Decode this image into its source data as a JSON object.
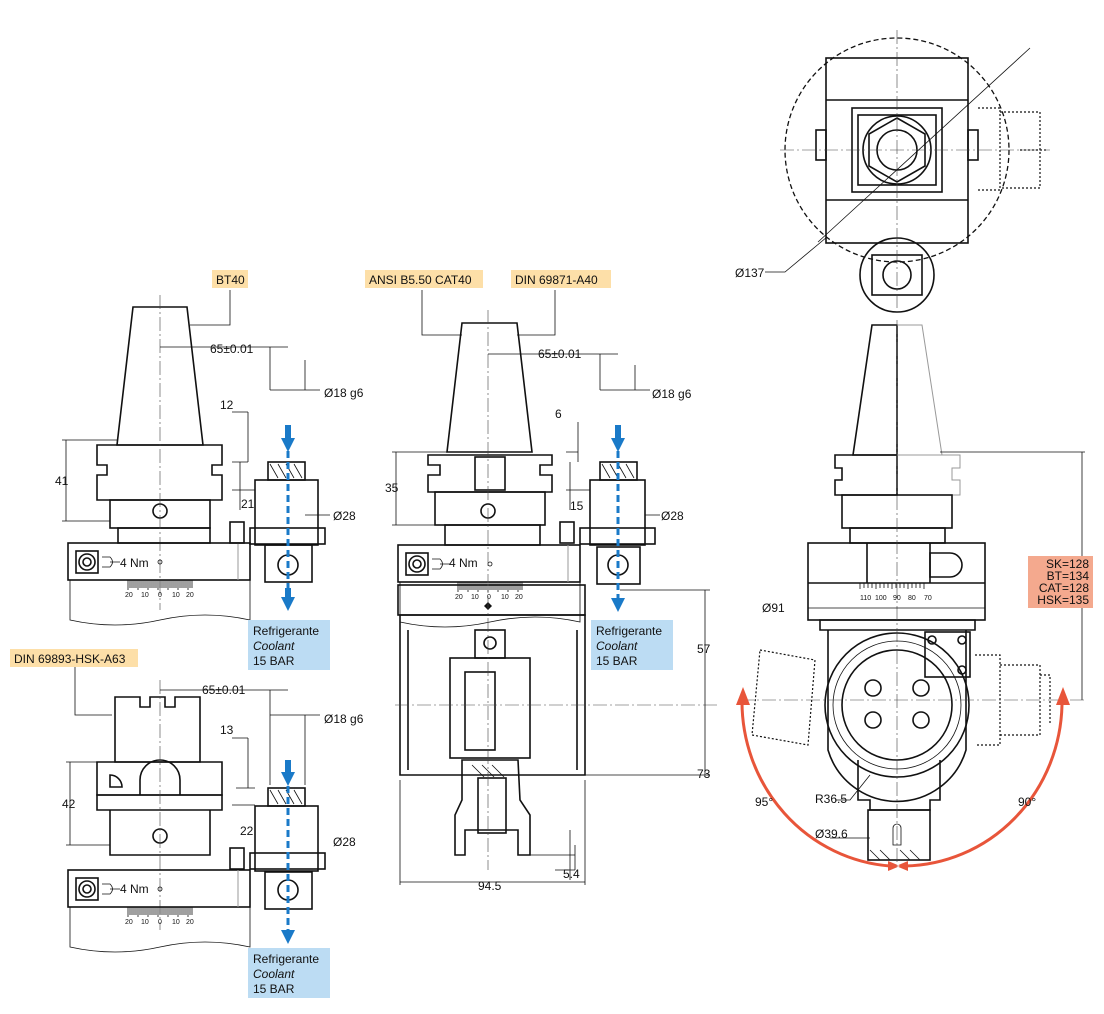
{
  "labels": {
    "bt40": "BT40",
    "cat40": "ANSI B5.50 CAT40",
    "din_a40": "DIN 69871-A40",
    "hsk": "DIN 69893-HSK-A63"
  },
  "dims": {
    "top_left": {
      "offset": "65±0.01",
      "shank": "Ø18 g6",
      "d1": "12",
      "height": "41",
      "d2": "21",
      "body": "Ø28"
    },
    "middle": {
      "offset": "65±0.01",
      "shank": "Ø18 g6",
      "d1": "6",
      "height": "35",
      "d2": "15",
      "body": "Ø28",
      "h57": "57",
      "h73": "73",
      "w": "94.5",
      "d3": "5.4"
    },
    "bottom_left": {
      "offset": "65±0.01",
      "shank": "Ø18 g6",
      "d1": "13",
      "height": "42",
      "d2": "22",
      "body": "Ø28"
    },
    "right": {
      "swing": "Ø137",
      "flange": "Ø91",
      "radius": "R36.5",
      "nose": "Ø39.6",
      "angle_left": "95°",
      "angle_right": "90°"
    }
  },
  "torque": "4 Nm",
  "scale_ticks": [
    "20",
    "10",
    "0",
    "10",
    "20"
  ],
  "angle_scale": [
    "110",
    "100",
    "90",
    "80",
    "70"
  ],
  "coolant": {
    "line1": "Refrigerante",
    "line2": "Coolant",
    "line3": "15 BAR"
  },
  "heights": [
    "SK=128",
    "BT=134",
    "CAT=128",
    "HSK=135"
  ],
  "colors": {
    "coolant_arrow": "#1a7ac8",
    "rotation_arc": "#e8553a",
    "tag": "#fddfa8",
    "coolant_box": "#bcdcf3",
    "height_box": "#f4a98e"
  }
}
